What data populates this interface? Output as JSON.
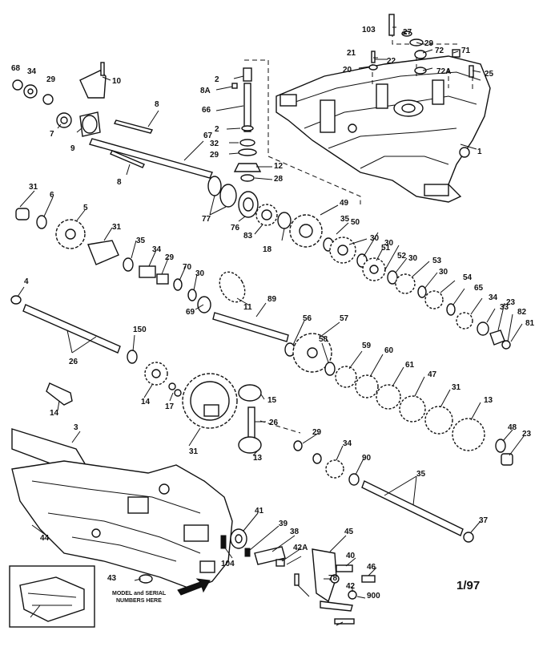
{
  "diagram": {
    "date_code": "1/97",
    "note_line1": "MODEL and SERIAL",
    "note_line2": "NUMBERS HERE",
    "labels": [
      "103",
      "27",
      "29",
      "72",
      "71",
      "21",
      "22",
      "20",
      "72A",
      "25",
      "68",
      "34",
      "29",
      "10",
      "2",
      "8A",
      "66",
      "8",
      "2",
      "32",
      "29",
      "12",
      "28",
      "1",
      "9",
      "7",
      "67",
      "8",
      "77",
      "76",
      "83",
      "18",
      "49",
      "35",
      "31",
      "6",
      "5",
      "31",
      "35",
      "34",
      "29",
      "70",
      "30",
      "50",
      "30",
      "51",
      "30",
      "52",
      "30",
      "53",
      "30",
      "54",
      "65",
      "34",
      "33",
      "23",
      "82",
      "81",
      "4",
      "69",
      "11",
      "89",
      "56",
      "57",
      "58",
      "59",
      "60",
      "61",
      "47",
      "31",
      "13",
      "26",
      "150",
      "14",
      "17",
      "14",
      "15",
      "26",
      "13",
      "31",
      "29",
      "34",
      "90",
      "48",
      "23",
      "3",
      "35",
      "37",
      "44",
      "41",
      "39",
      "38",
      "45",
      "42A",
      "104",
      "40",
      "46",
      "43",
      "78",
      "42",
      "900"
    ]
  }
}
